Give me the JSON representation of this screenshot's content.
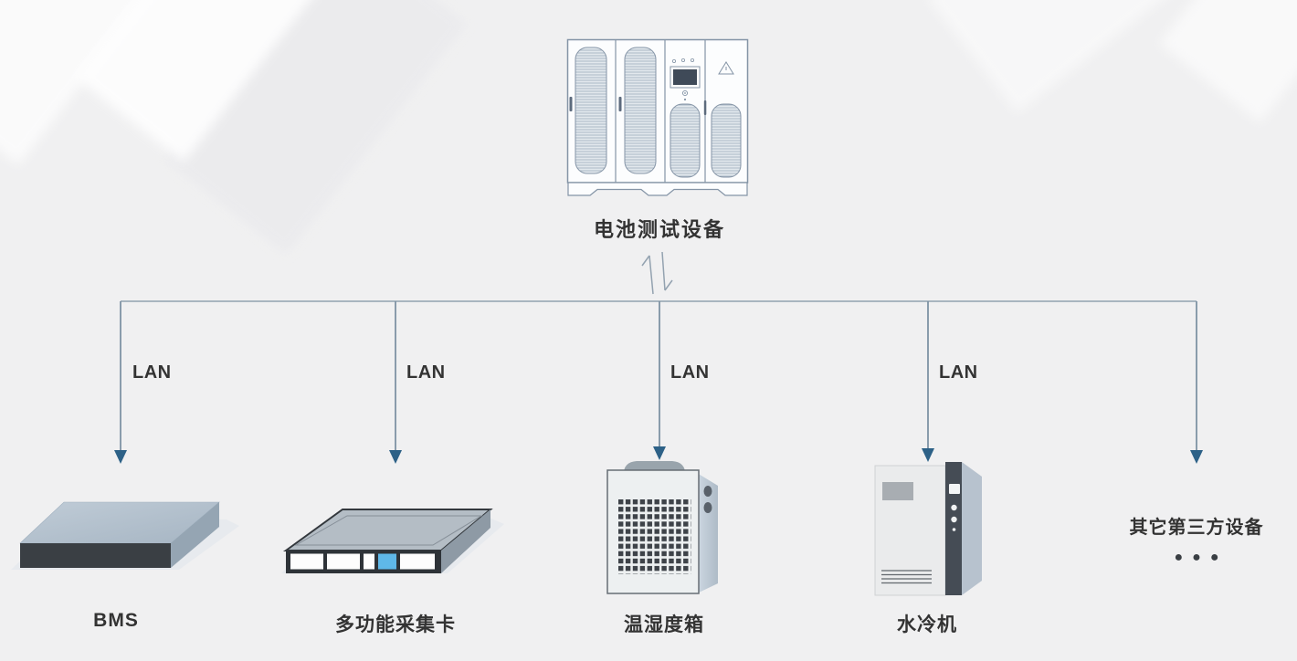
{
  "diagram": {
    "root_device": {
      "label": "电池测试设备",
      "icon": "battery-test-cabinet"
    },
    "link_symbol": "bidirectional-sync-arrows",
    "branches": [
      {
        "lan": "LAN",
        "label": "BMS",
        "icon": "bms-controller-box"
      },
      {
        "lan": "LAN",
        "label": "多功能采集卡",
        "icon": "daq-rack-card"
      },
      {
        "lan": "LAN",
        "label": "温湿度箱",
        "icon": "climate-chamber"
      },
      {
        "lan": "LAN",
        "label": "水冷机",
        "icon": "water-chiller"
      },
      {
        "lan": "",
        "label": "其它第三方设备",
        "icon": "ellipsis-dots",
        "ellipsis": "●●●"
      }
    ],
    "colors": {
      "background": "#f0f0f1",
      "trunk": "#a9b6c0",
      "line": "#7e93a4",
      "arrowhead": "#2d6187",
      "label": "#333333",
      "accent": "#5fb8e8"
    }
  }
}
